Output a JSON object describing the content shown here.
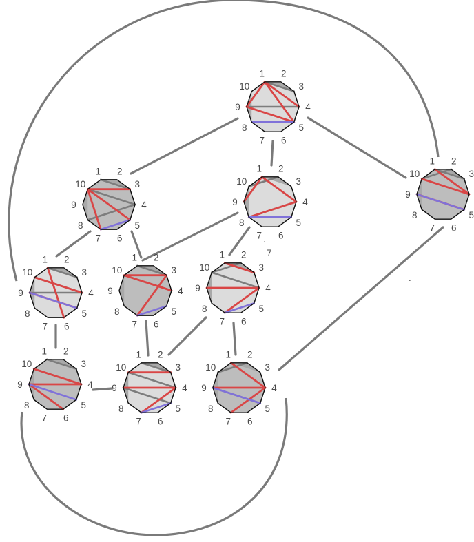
{
  "vertex_labels": [
    "1",
    "2",
    "3",
    "4",
    "5",
    "6",
    "7",
    "8",
    "9",
    "10"
  ],
  "colors": {
    "polygon_fill": "#dcdcdc",
    "polygon_shade": "#bdbdbd",
    "polygon_stroke": "#111111",
    "diagonal_gray": "#7d7d7d",
    "diagonal_red": "#d94646",
    "diagonal_blue": "#8072d9",
    "edge": "#7a7a7a",
    "label": "#4a4a4a"
  },
  "nodes": [
    {
      "id": "top",
      "gray": [
        [
          1,
          3
        ],
        [
          9,
          4
        ]
      ],
      "red": [
        [
          1,
          4
        ],
        [
          1,
          5
        ],
        [
          9,
          1
        ],
        [
          9,
          5
        ]
      ],
      "blue": [
        [
          8,
          5
        ]
      ]
    },
    {
      "id": "mid-left",
      "gray": [
        [
          1,
          3
        ],
        [
          10,
          4
        ],
        [
          8,
          4
        ]
      ],
      "red": [
        [
          10,
          3
        ],
        [
          10,
          5
        ],
        [
          7,
          10
        ]
      ],
      "blue": [
        [
          7,
          5
        ]
      ]
    },
    {
      "id": "mid-center",
      "gray": [
        [
          10,
          2
        ],
        [
          8,
          4
        ]
      ],
      "red": [
        [
          1,
          4
        ],
        [
          8,
          4
        ],
        [
          9,
          1
        ]
      ],
      "blue": [
        [
          8,
          5
        ]
      ]
    },
    {
      "id": "right",
      "gray": [
        [
          1,
          3
        ],
        [
          10,
          2
        ]
      ],
      "red": [
        [
          10,
          4
        ],
        [
          1,
          4
        ],
        [
          9,
          5
        ]
      ],
      "blue": [
        [
          9,
          5
        ]
      ]
    },
    {
      "id": "row3-a",
      "gray": [
        [
          1,
          3
        ],
        [
          10,
          4
        ],
        [
          9,
          4
        ]
      ],
      "red": [
        [
          10,
          4
        ],
        [
          9,
          5
        ],
        [
          1,
          6
        ]
      ],
      "blue": [
        [
          9,
          5
        ]
      ]
    },
    {
      "id": "row3-b",
      "gray": [
        [
          1,
          3
        ],
        [
          10,
          4
        ]
      ],
      "red": [
        [
          10,
          3
        ],
        [
          10,
          4
        ],
        [
          7,
          3
        ]
      ],
      "blue": [
        [
          7,
          5
        ]
      ]
    },
    {
      "id": "row3-c",
      "gray": [
        [
          10,
          2
        ],
        [
          10,
          4
        ]
      ],
      "red": [
        [
          1,
          3
        ],
        [
          9,
          4
        ],
        [
          7,
          4
        ]
      ],
      "blue": [
        [
          7,
          5
        ]
      ]
    },
    {
      "id": "row4-a",
      "gray": [
        [
          1,
          3
        ],
        [
          10,
          4
        ]
      ],
      "red": [
        [
          10,
          4
        ],
        [
          9,
          4
        ],
        [
          9,
          6
        ]
      ],
      "blue": [
        [
          9,
          5
        ]
      ]
    },
    {
      "id": "row4-b",
      "gray": [
        [
          1,
          3
        ],
        [
          10,
          4
        ],
        [
          9,
          5
        ]
      ],
      "red": [
        [
          10,
          3
        ],
        [
          9,
          4
        ],
        [
          7,
          4
        ]
      ],
      "blue": [
        [
          7,
          5
        ]
      ]
    },
    {
      "id": "row4-c",
      "gray": [
        [
          10,
          2
        ],
        [
          9,
          5
        ]
      ],
      "red": [
        [
          1,
          4
        ],
        [
          9,
          4
        ],
        [
          7,
          4
        ]
      ],
      "blue": [
        [
          9,
          5
        ]
      ]
    }
  ],
  "stray_labels": [
    ".",
    "7",
    "."
  ]
}
